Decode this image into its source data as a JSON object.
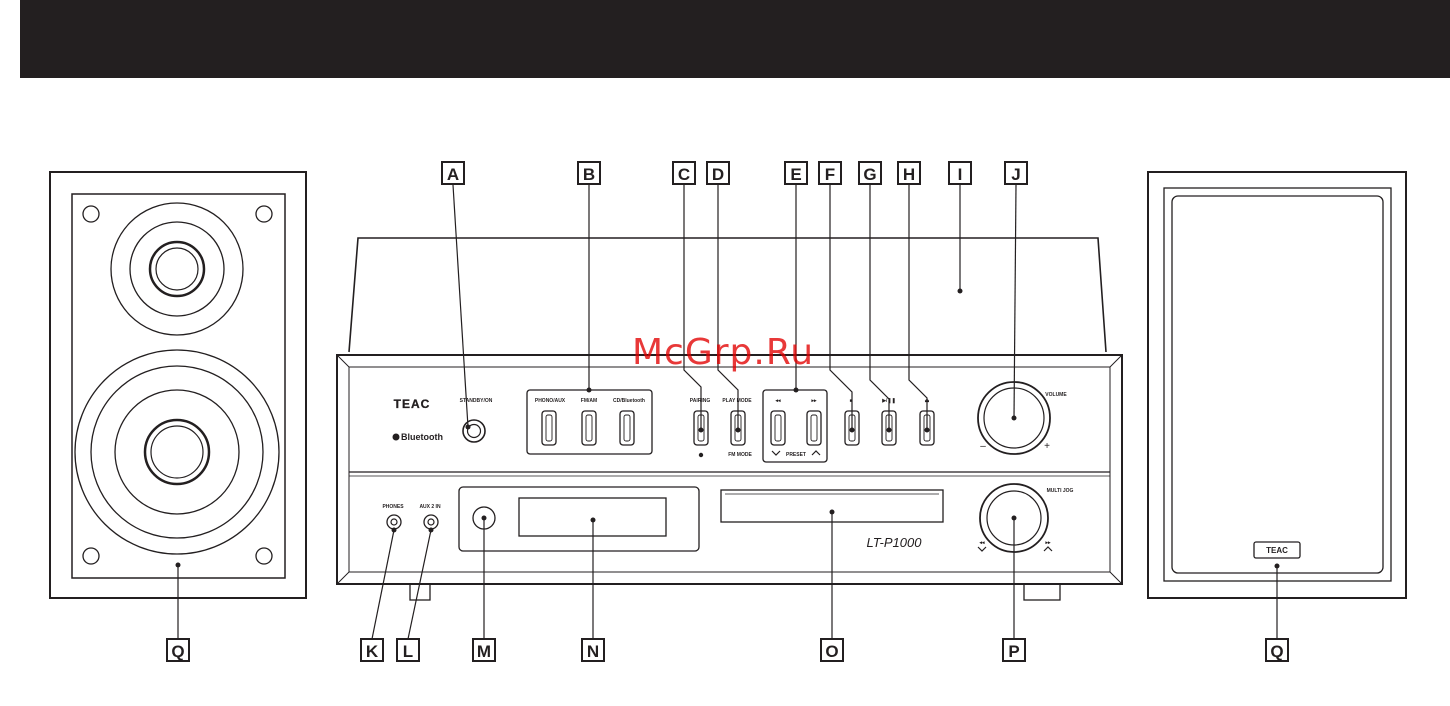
{
  "watermark": "McGrp.Ru",
  "unit_labels": {
    "brand": "TEAC",
    "bluetooth": "Bluetooth",
    "standby_on": "STANDBY/ON",
    "phono_aux": "PHONO/AUX",
    "fm_am": "FM/AM",
    "cd_bluetooth": "CD/Bluetooth",
    "pairing": "PAIRING",
    "play_mode": "PLAY MODE",
    "fm_mode": "FM MODE",
    "rewind": "◂◂",
    "forward": "▸▸",
    "preset": "PRESET",
    "stop": "■",
    "play_pause": "▶/❚❚",
    "eject": "⏏",
    "volume": "VOLUME",
    "minus": "–",
    "plus": "+",
    "phones": "PHONES",
    "aux2in": "AUX 2 IN",
    "multi_jog": "MULTI JOG",
    "prev": "◂◂",
    "next": "▸▸",
    "model": "LT-P1000",
    "speaker_brand": "TEAC"
  },
  "callouts": {
    "A": "A",
    "B": "B",
    "C": "C",
    "D": "D",
    "E": "E",
    "F": "F",
    "G": "G",
    "H": "H",
    "I": "I",
    "J": "J",
    "K": "K",
    "L": "L",
    "M": "M",
    "N": "N",
    "O": "O",
    "P": "P",
    "Q_left": "Q",
    "Q_right": "Q"
  }
}
